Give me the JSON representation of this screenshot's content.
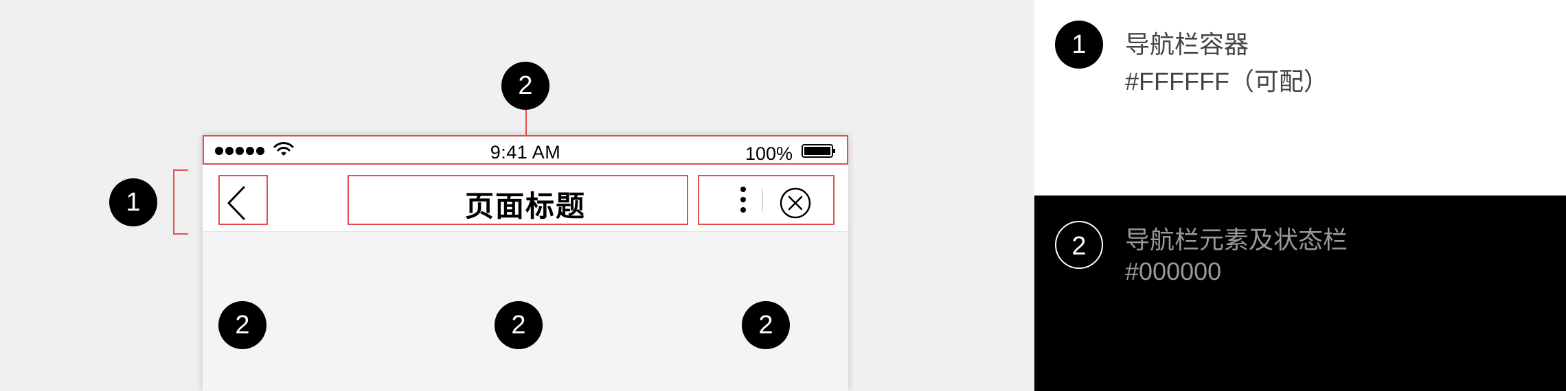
{
  "status_bar": {
    "time": "9:41 AM",
    "battery_percent": "100%",
    "signal_bars": 5
  },
  "nav_bar": {
    "title": "页面标题",
    "back_icon": "chevron-left-icon",
    "more_icon": "more-vertical-icon",
    "close_icon": "close-circle-icon"
  },
  "badges": {
    "container": "1",
    "elements": "2"
  },
  "legend": [
    {
      "number": "1",
      "title": "导航栏容器",
      "subtitle": "#FFFFFF（可配）",
      "background": "#FFFFFF"
    },
    {
      "number": "2",
      "title": "导航栏元素及状态栏",
      "subtitle": "#000000",
      "background": "#000000"
    }
  ],
  "colors": {
    "highlight": "#E74C4C",
    "page_background": "#F0F0F1",
    "legend_text_dark": "#444444",
    "legend_text_light": "#999999"
  }
}
